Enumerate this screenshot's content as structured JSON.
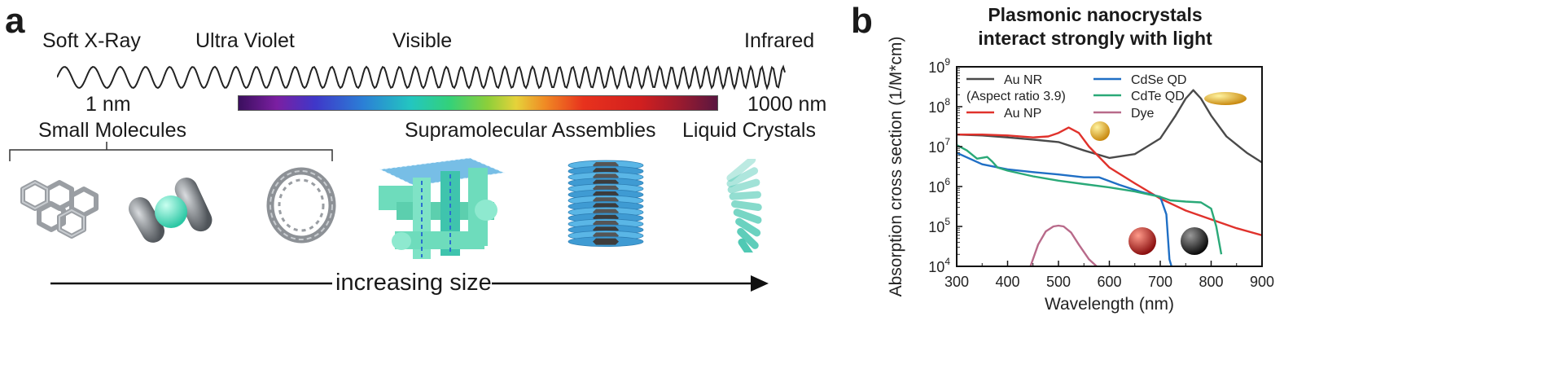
{
  "panel_a": {
    "letter": "a",
    "spectrum_labels": [
      "Soft X-Ray",
      "Ultra Violet",
      "Visible",
      "Infrared"
    ],
    "scale_min": "1 nm",
    "scale_max": "1000 nm",
    "category_small": "Small Molecules",
    "category_supra": "Supramolecular Assemblies",
    "category_lc": "Liquid Crystals",
    "arrow_label": "increasing size"
  },
  "panel_b": {
    "letter": "b",
    "title_line1": "Plasmonic nanocrystals",
    "title_line2": "interact strongly with light"
  },
  "chart_data": {
    "type": "line",
    "title": "Plasmonic nanocrystals interact strongly with light",
    "xlabel": "Wavelength (nm)",
    "ylabel": "Absorption cross section (1/M*cm)",
    "xlim": [
      300,
      900
    ],
    "ylim_log10": [
      4,
      9
    ],
    "y_scale": "log",
    "x_ticks": [
      "300",
      "400",
      "500",
      "600",
      "700",
      "800",
      "900"
    ],
    "y_tick_exponents": [
      4,
      5,
      6,
      7,
      8,
      9
    ],
    "legend_placement": "top",
    "series": [
      {
        "name": "Au NR",
        "name_line2": "(Aspect ratio 3.9)",
        "color": "#4a4a4a",
        "x": [
          300,
          350,
          400,
          450,
          500,
          550,
          600,
          650,
          700,
          730,
          750,
          765,
          780,
          800,
          830,
          870,
          900
        ],
        "y": [
          20000000.0,
          19000000.0,
          17000000.0,
          15000000.0,
          13000000.0,
          8000000.0,
          5200000.0,
          6500000.0,
          16000000.0,
          60000000.0,
          160000000.0,
          260000000.0,
          160000000.0,
          60000000.0,
          18000000.0,
          7000000.0,
          4000000.0
        ]
      },
      {
        "name": "Au NP",
        "color": "#e0322c",
        "x": [
          300,
          350,
          400,
          450,
          480,
          500,
          520,
          540,
          560,
          600,
          650,
          700,
          750,
          800,
          850,
          900
        ],
        "y": [
          20000000.0,
          20000000.0,
          19000000.0,
          17000000.0,
          18000000.0,
          22000000.0,
          30000000.0,
          22000000.0,
          10000000.0,
          3000000.0,
          1200000.0,
          500000.0,
          250000.0,
          150000.0,
          90000.0,
          60000.0
        ]
      },
      {
        "name": "CdSe QD",
        "color": "#1f6fc5",
        "x": [
          300,
          350,
          400,
          450,
          500,
          550,
          580,
          620,
          660,
          700,
          712,
          718,
          722
        ],
        "y": [
          7000000.0,
          3600000.0,
          2700000.0,
          2300000.0,
          2000000.0,
          1700000.0,
          1700000.0,
          1100000.0,
          750000.0,
          550000.0,
          200000.0,
          15000.0,
          10000.0
        ]
      },
      {
        "name": "CdTe QD",
        "color": "#2aa978",
        "x": [
          300,
          320,
          340,
          360,
          370,
          380,
          400,
          450,
          500,
          550,
          600,
          650,
          700,
          720,
          750,
          780,
          800,
          810,
          820
        ],
        "y": [
          11000000.0,
          8000000.0,
          5000000.0,
          5500000.0,
          4200000.0,
          3000000.0,
          2500000.0,
          1800000.0,
          1400000.0,
          1150000.0,
          950000.0,
          750000.0,
          550000.0,
          450000.0,
          420000.0,
          400000.0,
          280000.0,
          100000.0,
          20000.0
        ]
      },
      {
        "name": "Dye",
        "color": "#b86a8a",
        "x": [
          445,
          460,
          475,
          490,
          500,
          510,
          525,
          540,
          560,
          575
        ],
        "y": [
          10000.0,
          35000.0,
          75000.0,
          100000.0,
          105000.0,
          100000.0,
          70000.0,
          35000.0,
          15000.0,
          10000.0
        ]
      }
    ]
  },
  "colors": {
    "wave": "#222222",
    "molecule_gray": "#9a9ea3",
    "molecule_mint": "#5fe3c7",
    "assembly_mint": "#6edcbc",
    "assembly_blue": "#4aa8dd",
    "assembly_core": "#3c3c3c",
    "lc_teal": "#3fc4ad"
  }
}
